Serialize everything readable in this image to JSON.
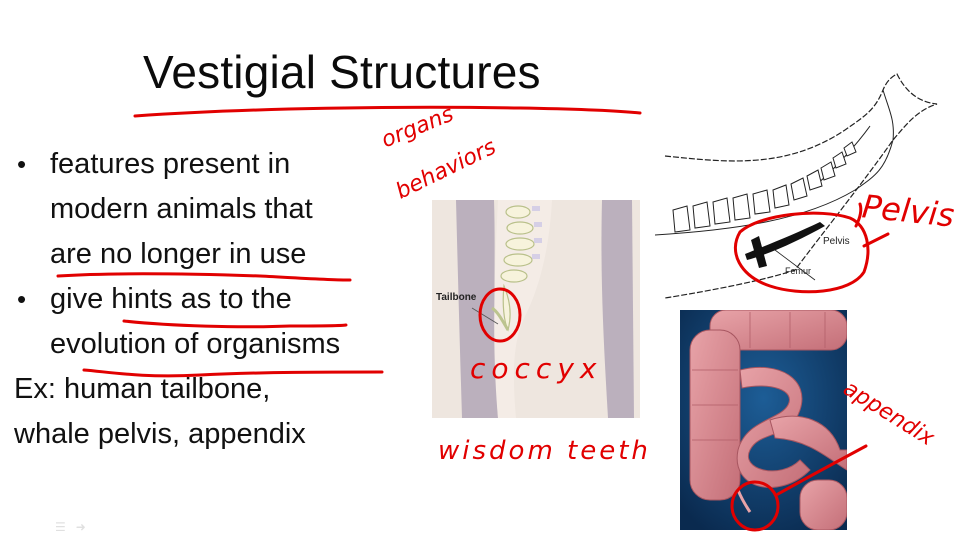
{
  "slide": {
    "title": "Vestigial Structures",
    "bullets": [
      {
        "lines": [
          "features present in",
          "modern animals that",
          "are no longer in use"
        ]
      },
      {
        "lines": [
          "give hints as to the",
          "evolution of organisms"
        ]
      }
    ],
    "examples": [
      "Ex:  human tailbone,",
      "whale pelvis, appendix"
    ]
  },
  "images": {
    "tailbone": {
      "label": "Tailbone"
    },
    "whale": {
      "labels": {
        "pelvis": "Pelvis",
        "femur": "Femur"
      }
    }
  },
  "annotations": {
    "color": "#e10000",
    "organs": "organs",
    "behaviors": "behaviors",
    "coccyx": "coccyx",
    "wisdom_teeth": "wisdom teeth",
    "pelvis": "Pelvis",
    "appendix": "appendix"
  },
  "player": {
    "icons": [
      "menu-icon",
      "pointer-icon"
    ]
  }
}
